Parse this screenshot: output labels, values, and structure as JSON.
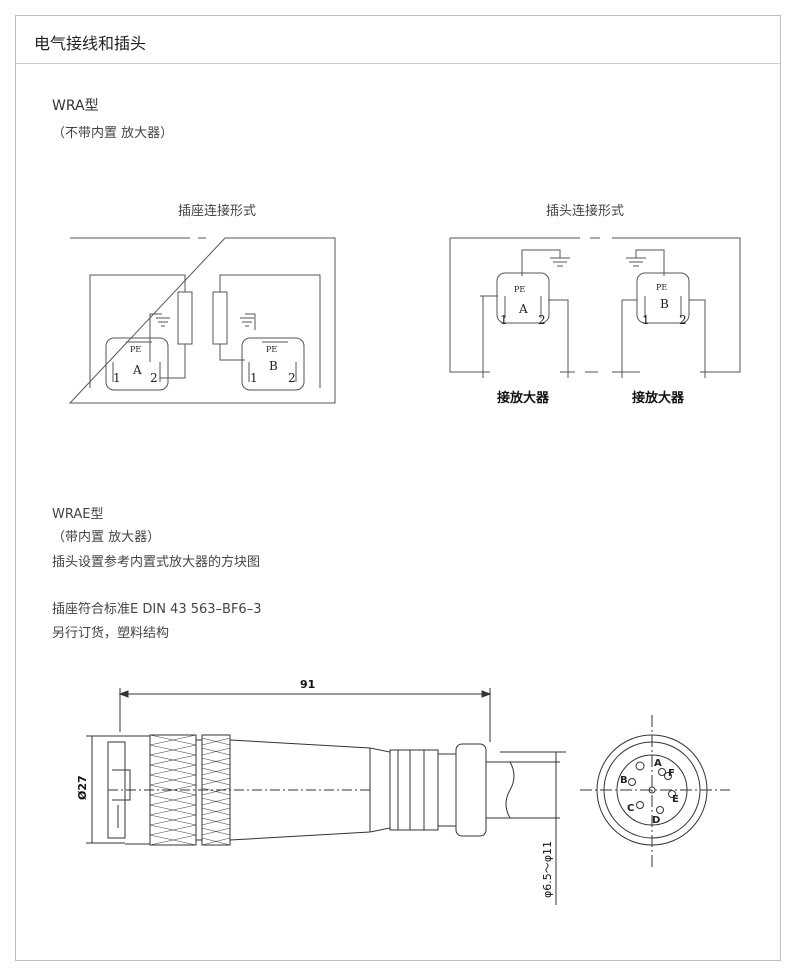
{
  "header": {
    "title": "电气接线和插头"
  },
  "wra": {
    "title": "WRA型",
    "note": "（不带内置 放大器）",
    "socket_caption": "插座连接形式",
    "plug_caption": "插头连接形式",
    "amp_label_1": "接放大器",
    "amp_label_2": "接放大器",
    "coil_a": {
      "pe": "PE",
      "letter": "A",
      "pin1": "1",
      "pin2": "2"
    },
    "coil_b": {
      "pe": "PE",
      "letter": "B",
      "pin1": "1",
      "pin2": "2"
    }
  },
  "wrae": {
    "title": "WRAE型",
    "note": "（带内置 放大器）",
    "desc": "插头设置参考内置式放大器的方块图",
    "standard": "插座符合标准E DIN 43 563–BF6–3",
    "order": "另行订货，塑料结构"
  },
  "drawing": {
    "length": "91",
    "diameter": "Ø27",
    "cable_range": "φ6.5～φ11",
    "pins": [
      "A",
      "B",
      "C",
      "D",
      "E",
      "F"
    ]
  }
}
